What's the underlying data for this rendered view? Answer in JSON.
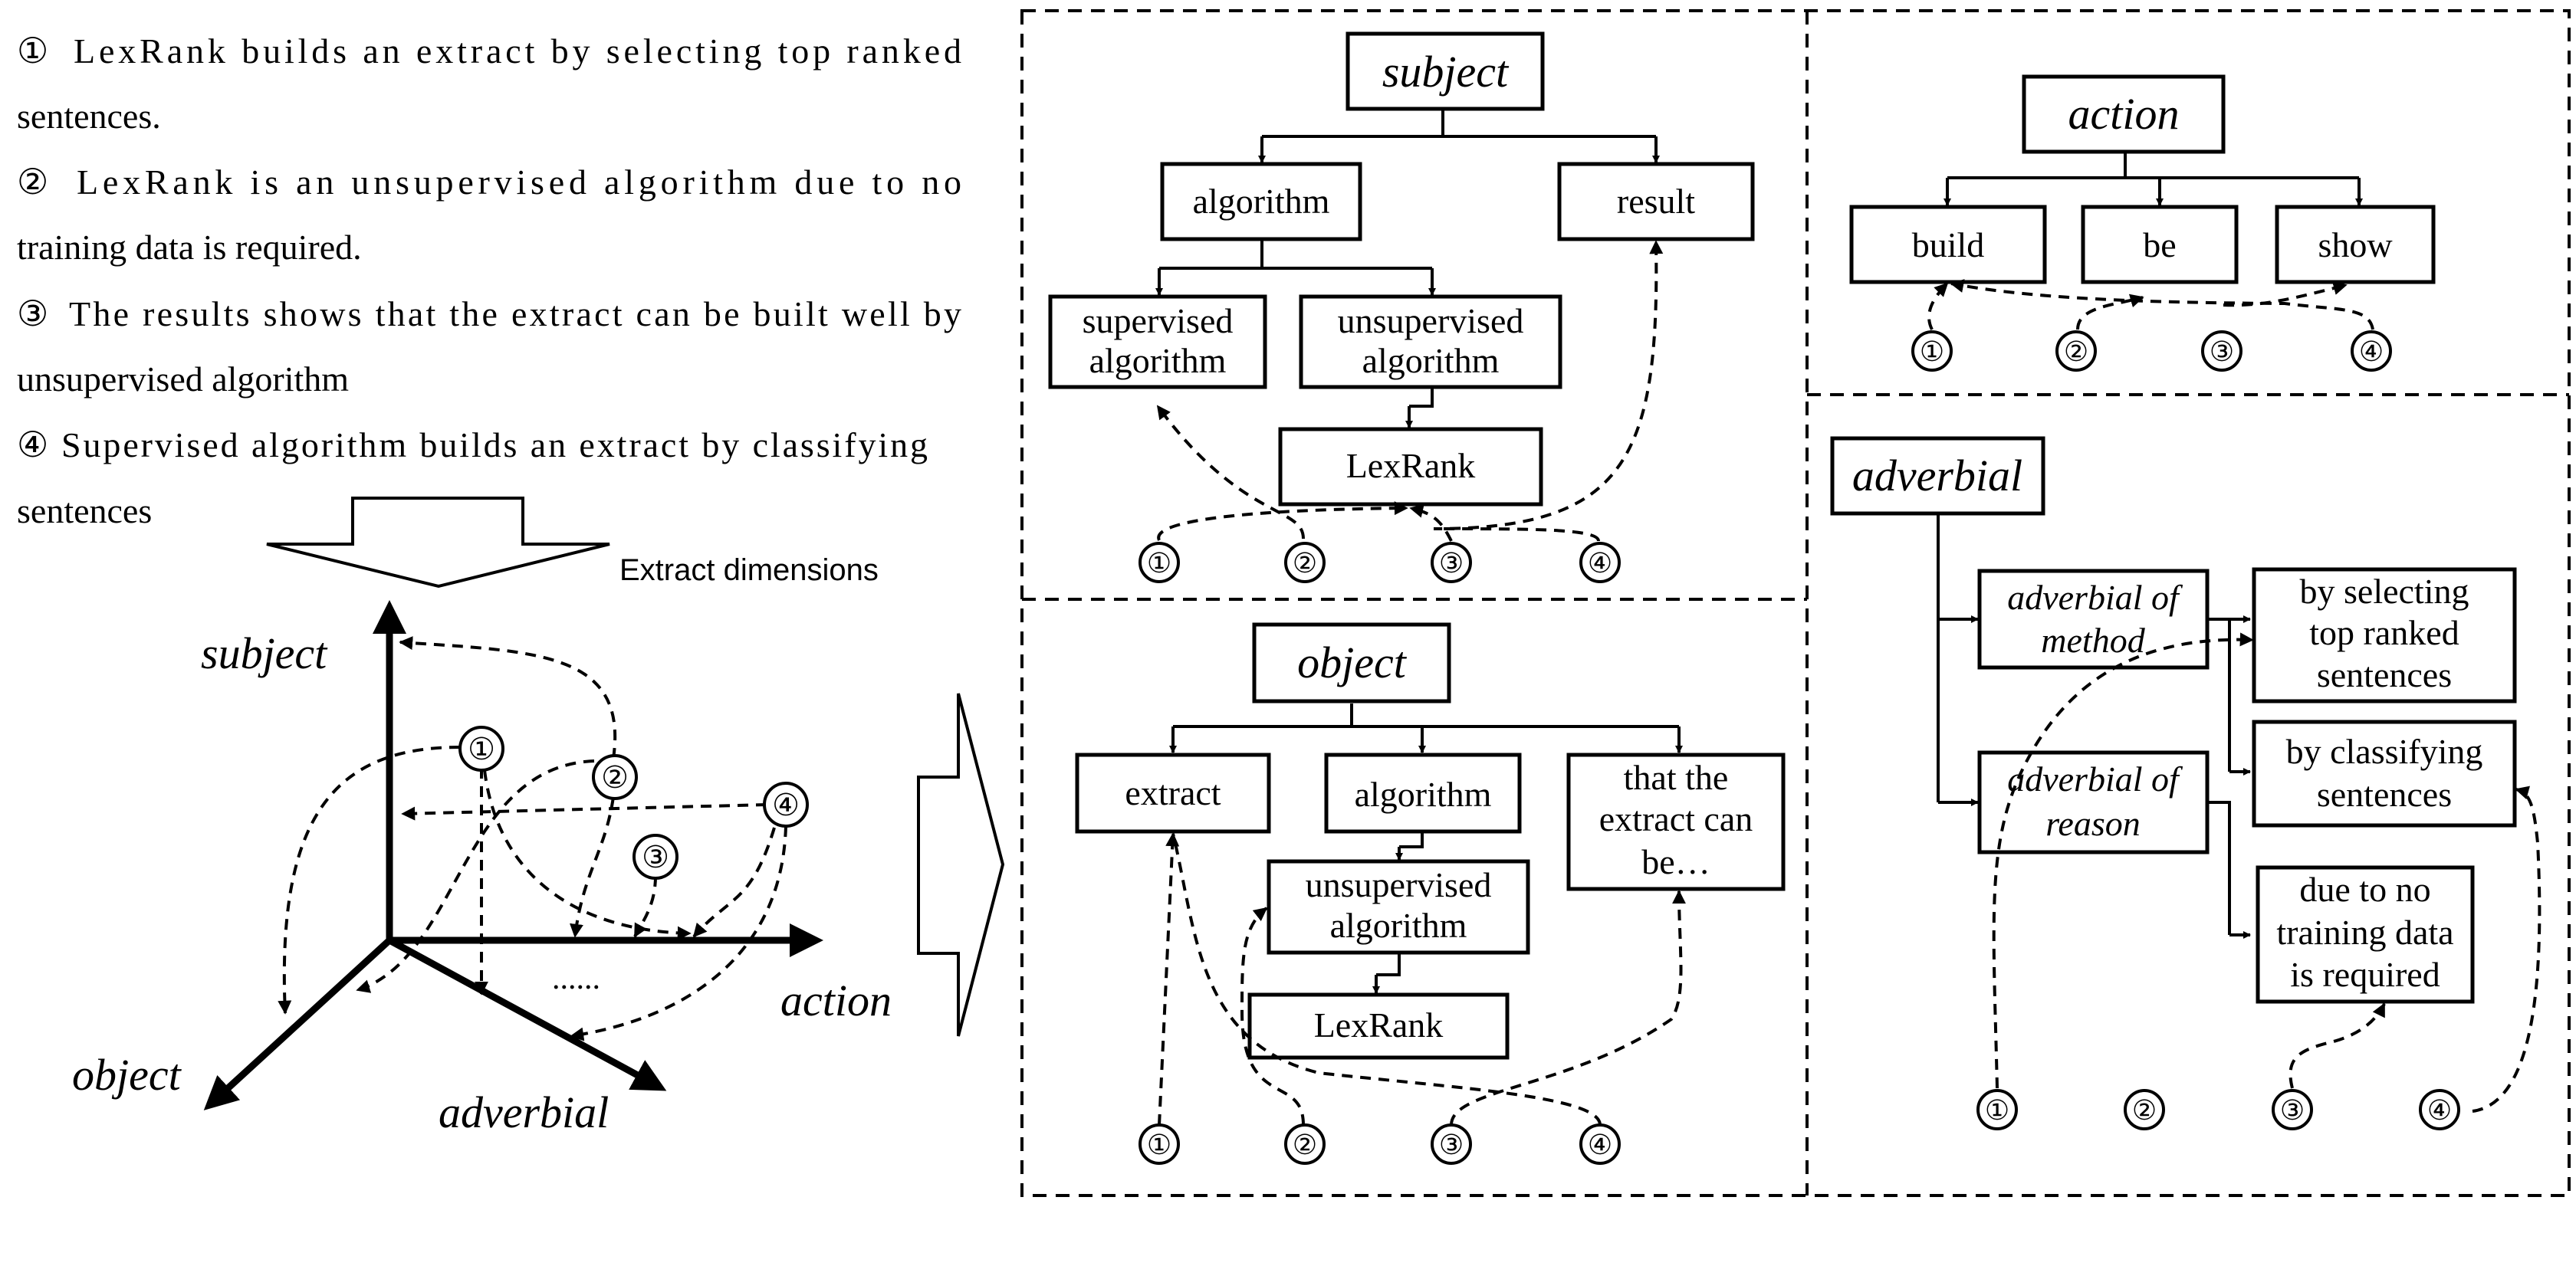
{
  "sentences": [
    {
      "num": "①",
      "text": "LexRank builds an extract by selecting top ranked",
      "text2": "sentences."
    },
    {
      "num": "②",
      "text": "LexRank is an unsupervised algorithm due to no",
      "text2": "training data is required."
    },
    {
      "num": "③",
      "text": "The results shows that the extract can be built well by",
      "text2": "unsupervised algorithm"
    },
    {
      "num": "④",
      "text": "Supervised algorithm builds an extract by classifying",
      "text2": "sentences"
    }
  ],
  "extract_label": "Extract dimensions",
  "axes": {
    "subject": "subject",
    "object": "object",
    "action": "action",
    "adverbial": "adverbial",
    "ellipsis": "......"
  },
  "markers": [
    "①",
    "②",
    "③",
    "④"
  ],
  "subject_tree": {
    "root": "subject",
    "algorithm": "algorithm",
    "result": "result",
    "supervised": [
      "supervised",
      "algorithm"
    ],
    "unsupervised": [
      "unsupervised",
      "algorithm"
    ],
    "lexrank": "LexRank"
  },
  "object_tree": {
    "root": "object",
    "extract": "extract",
    "algorithm": "algorithm",
    "that": [
      "that the",
      "extract can",
      "be…"
    ],
    "unsupervised": [
      "unsupervised",
      "algorithm"
    ],
    "lexrank": "LexRank"
  },
  "action_tree": {
    "root": "action",
    "build": "build",
    "be": "be",
    "show": "show"
  },
  "adverbial_tree": {
    "root": "adverbial",
    "method": [
      "adverbial of",
      "method"
    ],
    "reason": [
      "adverbial of",
      "reason"
    ],
    "selecting": [
      "by selecting",
      "top ranked",
      "sentences"
    ],
    "classifying": [
      "by classifying",
      "sentences"
    ],
    "due": [
      "due to no",
      "training data",
      "is required"
    ]
  }
}
